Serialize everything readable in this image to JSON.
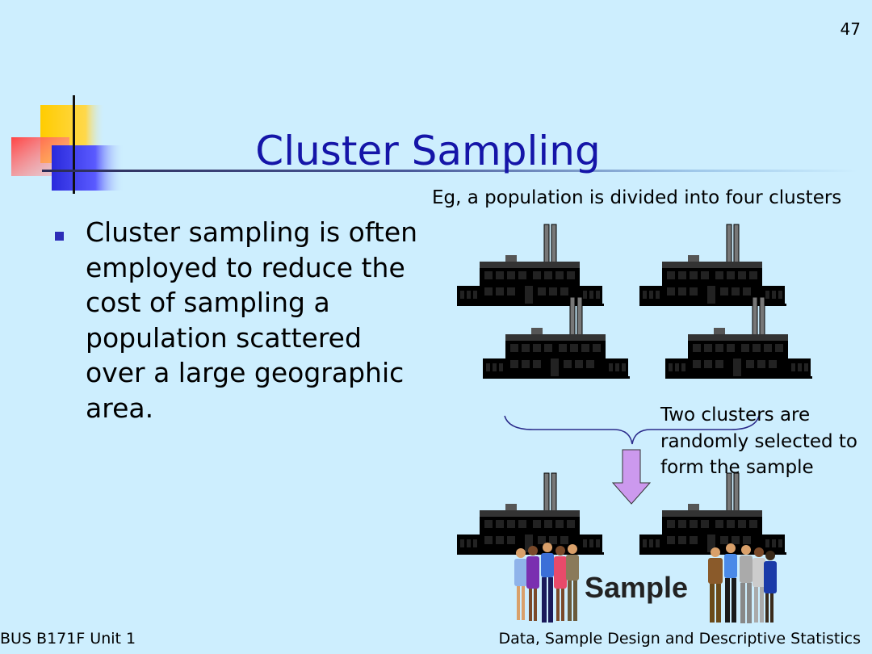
{
  "slide": {
    "page_number": "47",
    "title": "Cluster Sampling",
    "bullets": [
      "Cluster sampling is often employed to reduce the cost of sampling a population scattered over a large geographic area."
    ],
    "caption": "Eg, a population is divided into four clusters",
    "note": "Two clusters are randomly selected to form the sample",
    "sample_label": "Sample"
  },
  "footer": {
    "left": "BUS B171F Unit 1",
    "right": "Data, Sample Design and Descriptive Statistics"
  },
  "colors": {
    "background": "#cdeefe",
    "title": "#1515a8",
    "cluster_gray": "#a9a9a9",
    "cluster_teal": "#2fc4b0",
    "cluster_yellow": "#fff6c0",
    "cluster_pink": "#e39ac2",
    "arrow": "#cc99ee"
  }
}
